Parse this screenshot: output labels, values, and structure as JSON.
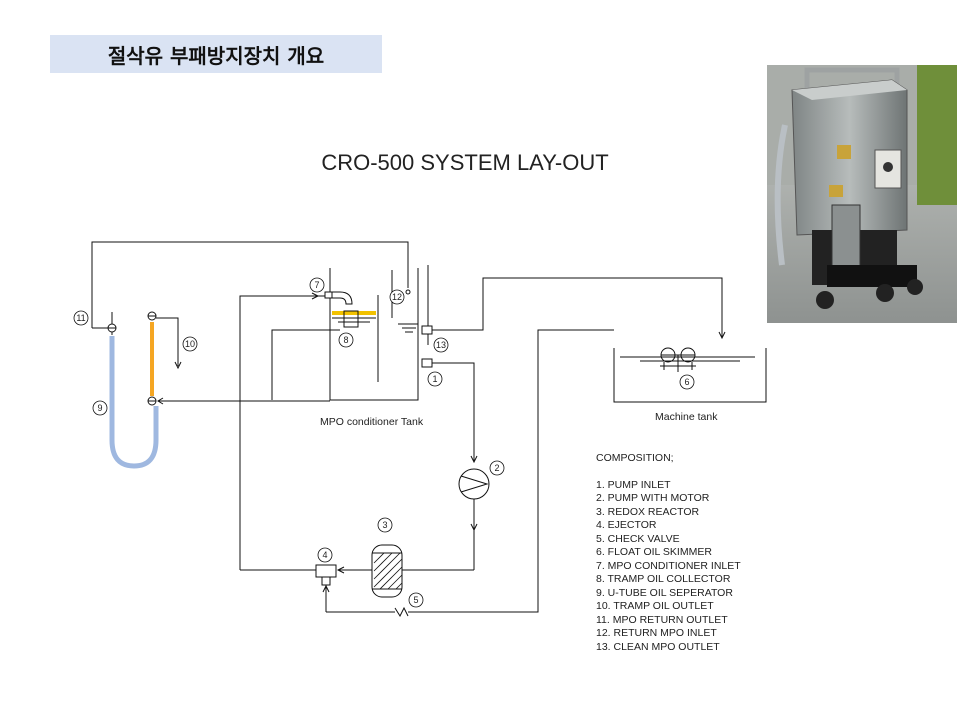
{
  "slide": {
    "title": "절삭유 부패방지장치 개요",
    "diagram_title": "CRO-500 SYSTEM LAY-OUT"
  },
  "diagram": {
    "tank_label": "MPO conditioner Tank",
    "machine_tank_label": "Machine tank",
    "markers": [
      "1",
      "2",
      "3",
      "4",
      "5",
      "6",
      "7",
      "8",
      "9",
      "10",
      "11",
      "12",
      "13"
    ]
  },
  "composition": {
    "heading": "COMPOSITION;",
    "items": [
      "1. PUMP INLET",
      "2. PUMP WITH MOTOR",
      "3. REDOX REACTOR",
      "4. EJECTOR",
      "5. CHECK VALVE",
      "6. FLOAT OIL SKIMMER",
      "7. MPO CONDITIONER INLET",
      "8. TRAMP OIL COLLECTOR",
      "9. U-TUBE OIL SEPERATOR",
      "10. TRAMP OIL OUTLET",
      "11. MPO RETURN OUTLET",
      "12. RETURN MPO INLET",
      "13. CLEAN MPO OUTLET"
    ]
  },
  "colors": {
    "title_bg": "#dae3f3",
    "oil_orange": "#f5a623",
    "utube_blue": "#9fb8e0",
    "collector_yellow": "#f2c200"
  }
}
